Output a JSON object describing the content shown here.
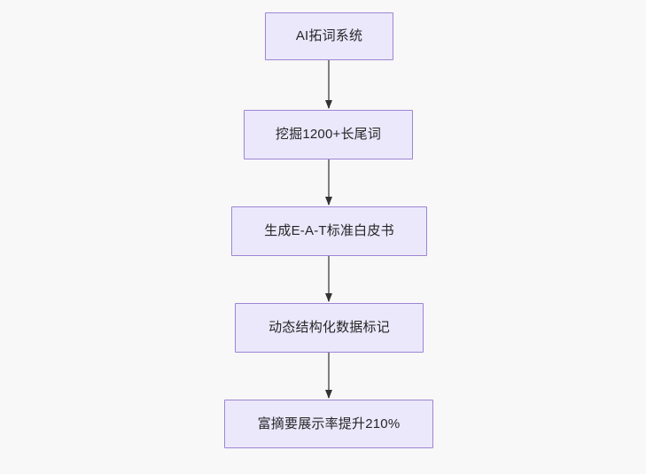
{
  "diagram": {
    "type": "flowchart",
    "orientation": "top-to-bottom",
    "background_color": "#f8f8f8",
    "node_fill_color": "#ebe8fc",
    "node_border_color": "#9d85d4",
    "node_text_color": "#262626",
    "connector_color": "#808080",
    "arrowhead_color": "#333333",
    "nodes": [
      {
        "id": "node-0",
        "label": "AI拓词系统"
      },
      {
        "id": "node-1",
        "label": "挖掘1200+长尾词"
      },
      {
        "id": "node-2",
        "label": "生成E-A-T标准白皮书"
      },
      {
        "id": "node-3",
        "label": "动态结构化数据标记"
      },
      {
        "id": "node-4",
        "label": "富摘要展示率提升210%"
      }
    ],
    "edges": [
      {
        "id": "edge-0",
        "from": "node-0",
        "to": "node-1",
        "label": ""
      },
      {
        "id": "edge-1",
        "from": "node-1",
        "to": "node-2",
        "label": ""
      },
      {
        "id": "edge-2",
        "from": "node-2",
        "to": "node-3",
        "label": ""
      },
      {
        "id": "edge-3",
        "from": "node-3",
        "to": "node-4",
        "label": ""
      }
    ]
  }
}
